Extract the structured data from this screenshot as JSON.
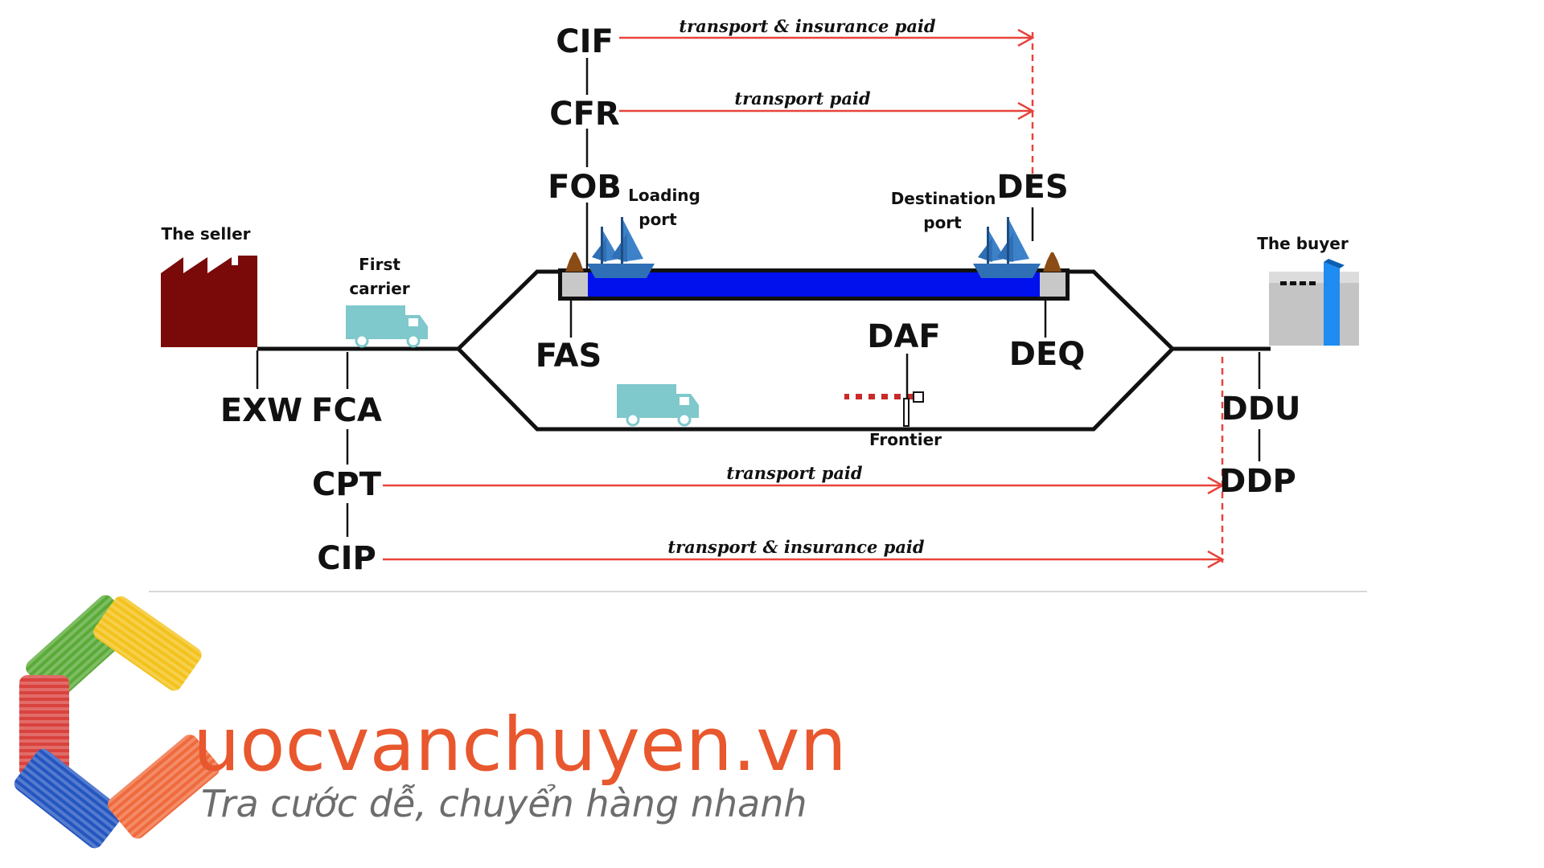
{
  "terms": {
    "cif": "CIF",
    "cfr": "CFR",
    "fob": "FOB",
    "des": "DES",
    "fas": "FAS",
    "daf": "DAF",
    "deq": "DEQ",
    "exw": "EXW",
    "fca": "FCA",
    "cpt": "CPT",
    "cip": "CIP",
    "ddu": "DDU",
    "ddp": "DDP"
  },
  "labels": {
    "seller": "The seller",
    "buyer": "The buyer",
    "first_carrier_line1": "First",
    "first_carrier_line2": "carrier",
    "loading_line1": "Loading",
    "loading_line2": "port",
    "destination_line1": "Destination",
    "destination_line2": "port",
    "frontier": "Frontier"
  },
  "arrows": {
    "cif": "transport & insurance paid",
    "cfr": "transport paid",
    "cpt": "transport paid",
    "cip": "transport & insurance paid"
  },
  "brand": {
    "name_rest": "uocvanchuyen.vn",
    "tagline": "Tra cước dễ, chuyển hàng nhanh"
  },
  "colors": {
    "arrow": "#e8433c",
    "sea": "#0011ee",
    "factory": "#7a0a0a",
    "truck": "#7fc8cc",
    "ship": "#2f6fb5",
    "brand_orange": "#e8572d",
    "tagline_gray": "#6d6d6d",
    "logo_green": "#5aaa38",
    "logo_yellow": "#f3c21b",
    "logo_red": "#d9423d",
    "logo_blue": "#2456c0",
    "logo_orange": "#ef6a3c"
  }
}
